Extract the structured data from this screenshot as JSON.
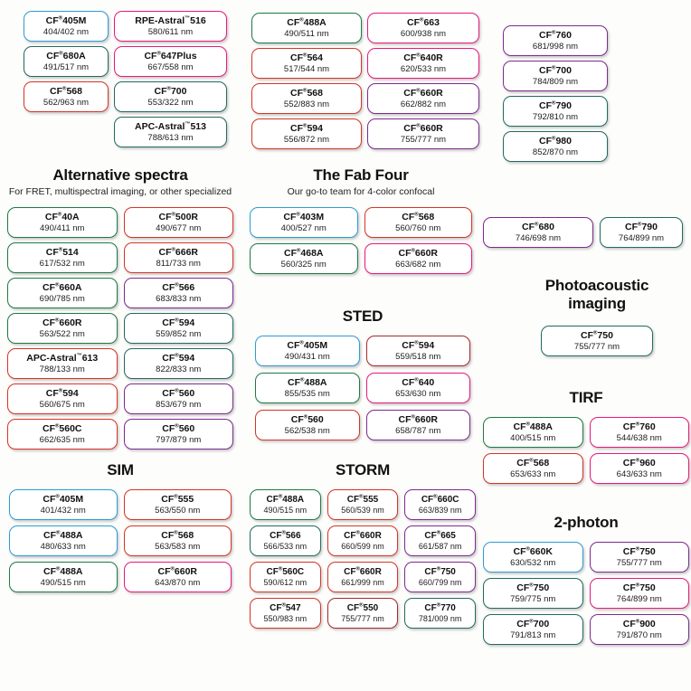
{
  "palette": {
    "blue": "#2e9bd4",
    "green": "#1e7a44",
    "teal": "#206b60",
    "red": "#d63426",
    "darkred": "#a8292b",
    "pink": "#e8197d",
    "purple": "#7e2a8e"
  },
  "groups": [
    {
      "id": "top-col-1",
      "cols": 1,
      "pills": [
        {
          "name": "CF®405M",
          "value": "404/402 nm",
          "color": "blue"
        },
        {
          "name": "CF®680A",
          "value": "491/517 nm",
          "color": "teal"
        },
        {
          "name": "CF®568",
          "value": "562/963 nm",
          "color": "red"
        }
      ]
    },
    {
      "id": "top-col-2",
      "cols": 1,
      "pills": [
        {
          "name": "RPE-Astral™516",
          "value": "580/611 nm",
          "color": "pink"
        },
        {
          "name": "CF®647Plus",
          "value": "667/558 nm",
          "color": "pink"
        },
        {
          "name": "CF®700",
          "value": "553/322 nm",
          "color": "teal"
        },
        {
          "name": "APC-Astral™513",
          "value": "788/613 nm",
          "color": "teal"
        }
      ]
    },
    {
      "id": "top-col-3",
      "cols": 1,
      "pills": [
        {
          "name": "CF®488A",
          "value": "490/511 nm",
          "color": "green"
        },
        {
          "name": "CF®564",
          "value": "517/544 nm",
          "color": "red"
        },
        {
          "name": "CF®568",
          "value": "552/883 nm",
          "color": "red"
        },
        {
          "name": "CF®594",
          "value": "556/872 nm",
          "color": "red"
        }
      ]
    },
    {
      "id": "top-col-4",
      "cols": 1,
      "pills": [
        {
          "name": "CF®663",
          "value": "600/938 nm",
          "color": "pink"
        },
        {
          "name": "CF®640R",
          "value": "620/533 nm",
          "color": "pink"
        },
        {
          "name": "CF®660R",
          "value": "662/882 nm",
          "color": "purple"
        },
        {
          "name": "CF®660R",
          "value": "755/777 nm",
          "color": "purple"
        }
      ]
    },
    {
      "id": "top-col-5",
      "cols": 1,
      "pills": [
        {
          "name": "CF®760",
          "value": "681/998 nm",
          "color": "purple"
        },
        {
          "name": "CF®700",
          "value": "784/809 nm",
          "color": "purple"
        },
        {
          "name": "CF®790",
          "value": "792/810 nm",
          "color": "teal"
        },
        {
          "name": "CF®980",
          "value": "852/870 nm",
          "color": "teal"
        }
      ]
    },
    {
      "id": "alternative",
      "title": "Alternative spectra",
      "subtitle": "For FRET, multispectral imaging, or other specialized",
      "cols": 2,
      "pills": [
        {
          "name": "CF®40A",
          "value": "490/411 nm",
          "color": "green"
        },
        {
          "name": "CF®500R",
          "value": "490/677 nm",
          "color": "red"
        },
        {
          "name": "CF®514",
          "value": "617/532 nm",
          "color": "green"
        },
        {
          "name": "CF®666R",
          "value": "811/733 nm",
          "color": "red"
        },
        {
          "name": "CF®660A",
          "value": "690/785 nm",
          "color": "green"
        },
        {
          "name": "CF®566",
          "value": "683/833 nm",
          "color": "purple"
        },
        {
          "name": "CF®660R",
          "value": "563/522 nm",
          "color": "green"
        },
        {
          "name": "CF®594",
          "value": "559/852 nm",
          "color": "teal"
        },
        {
          "name": "APC-Astral™613",
          "value": "788/133 nm",
          "color": "red"
        },
        {
          "name": "CF®594",
          "value": "822/833 nm",
          "color": "teal"
        },
        {
          "name": "CF®594",
          "value": "560/675 nm",
          "color": "red"
        },
        {
          "name": "CF®560",
          "value": "853/679 nm",
          "color": "purple"
        },
        {
          "name": "CF®560C",
          "value": "662/635 nm",
          "color": "red"
        },
        {
          "name": "CF®560",
          "value": "797/879 nm",
          "color": "purple"
        }
      ]
    },
    {
      "id": "fab-four",
      "title": "The Fab Four",
      "subtitle": "Our go-to team for 4-color confocal",
      "cols": 2,
      "pills": [
        {
          "name": "CF®403M",
          "value": "400/527 nm",
          "color": "blue"
        },
        {
          "name": "CF®568",
          "value": "560/760 nm",
          "color": "red"
        },
        {
          "name": "CF®468A",
          "value": "560/325 nm",
          "color": "green"
        },
        {
          "name": "CF®660R",
          "value": "663/682 nm",
          "color": "pink"
        }
      ]
    },
    {
      "id": "sted",
      "title": "STED",
      "cols": 2,
      "pills": [
        {
          "name": "CF®405M",
          "value": "490/431 nm",
          "color": "blue"
        },
        {
          "name": "CF®594",
          "value": "559/518 nm",
          "color": "darkred"
        },
        {
          "name": "CF®488A",
          "value": "855/535 nm",
          "color": "green"
        },
        {
          "name": "CF®640",
          "value": "653/630 nm",
          "color": "pink"
        },
        {
          "name": "CF®560",
          "value": "562/538 nm",
          "color": "red"
        },
        {
          "name": "CF®660R",
          "value": "658/787 nm",
          "color": "purple"
        }
      ]
    },
    {
      "id": "sim",
      "title": "SIM",
      "cols": 2,
      "pills": [
        {
          "name": "CF®405M",
          "value": "401/432 nm",
          "color": "blue"
        },
        {
          "name": "CF®555",
          "value": "563/550 nm",
          "color": "red"
        },
        {
          "name": "CF®488A",
          "value": "480/633 nm",
          "color": "blue"
        },
        {
          "name": "CF®568",
          "value": "563/583 nm",
          "color": "red"
        },
        {
          "name": "CF®488A",
          "value": "490/515 nm",
          "color": "green"
        },
        {
          "name": "CF®660R",
          "value": "643/870 nm",
          "color": "pink"
        }
      ]
    },
    {
      "id": "storm",
      "title": "STORM",
      "cols": 3,
      "pills": [
        {
          "name": "CF®488A",
          "value": "490/515 nm",
          "color": "green"
        },
        {
          "name": "CF®555",
          "value": "560/539 nm",
          "color": "red"
        },
        {
          "name": "CF®660C",
          "value": "663/839 nm",
          "color": "purple"
        },
        {
          "name": "CF®566",
          "value": "566/533 nm",
          "color": "teal"
        },
        {
          "name": "CF®660R",
          "value": "660/599 nm",
          "color": "red"
        },
        {
          "name": "CF®665",
          "value": "661/587 nm",
          "color": "purple"
        },
        {
          "name": "CF®560C",
          "value": "590/612 nm",
          "color": "red"
        },
        {
          "name": "CF®660R",
          "value": "661/999 nm",
          "color": "red"
        },
        {
          "name": "CF®750",
          "value": "660/799 nm",
          "color": "purple"
        },
        {
          "name": "CF®547",
          "value": "550/983 nm",
          "color": "red"
        },
        {
          "name": "CF®550",
          "value": "755/777 nm",
          "color": "darkred"
        },
        {
          "name": "CF®770",
          "value": "781/009 nm",
          "color": "teal"
        }
      ]
    },
    {
      "id": "nir-pair",
      "cols": 2,
      "pills": [
        {
          "name": "CF®680",
          "value": "746/698 nm",
          "color": "purple"
        },
        {
          "name": "CF®790",
          "value": "764/899 nm",
          "color": "teal"
        }
      ]
    },
    {
      "id": "photoacoustic",
      "title": "Photoacoustic imaging",
      "cols": 1,
      "pills": [
        {
          "name": "CF®750",
          "value": "755/777 nm",
          "color": "teal"
        }
      ]
    },
    {
      "id": "tirf",
      "title": "TIRF",
      "cols": 2,
      "pills": [
        {
          "name": "CF®488A",
          "value": "400/515 nm",
          "color": "green"
        },
        {
          "name": "CF®760",
          "value": "544/638 nm",
          "color": "pink"
        },
        {
          "name": "CF®568",
          "value": "653/633 nm",
          "color": "red"
        },
        {
          "name": "CF®960",
          "value": "643/633 nm",
          "color": "pink"
        }
      ]
    },
    {
      "id": "two-photon",
      "title": "2-photon",
      "cols": 2,
      "pills": [
        {
          "name": "CF®660K",
          "value": "630/532 nm",
          "color": "blue"
        },
        {
          "name": "CF®750",
          "value": "755/777 nm",
          "color": "purple"
        },
        {
          "name": "CF®750",
          "value": "759/775 nm",
          "color": "teal"
        },
        {
          "name": "CF®750",
          "value": "764/899 nm",
          "color": "pink"
        },
        {
          "name": "CF®700",
          "value": "791/813 nm",
          "color": "teal"
        },
        {
          "name": "CF®900",
          "value": "791/870 nm",
          "color": "purple"
        }
      ]
    }
  ]
}
